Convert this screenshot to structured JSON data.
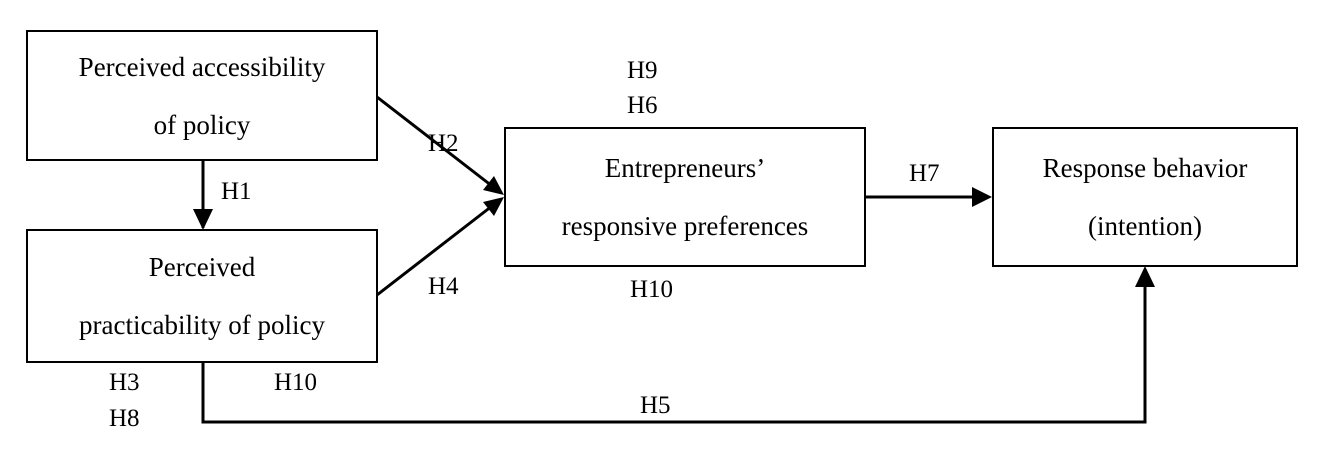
{
  "nodes": {
    "accessibility": {
      "line1": "Perceived accessibility",
      "line2": "of policy"
    },
    "practicability": {
      "line1": "Perceived",
      "line2": "practicability of policy"
    },
    "preferences": {
      "line1": "Entrepreneurs’",
      "line2": "responsive preferences"
    },
    "response": {
      "line1": "Response behavior",
      "line2": "(intention)"
    }
  },
  "hypotheses": {
    "h1": "H1",
    "h2": "H2",
    "h3": "H3",
    "h4": "H4",
    "h5": "H5",
    "h6": "H6",
    "h7": "H7",
    "h8": "H8",
    "h9": "H9",
    "h10_top": "H10",
    "h10_bottom": "H10"
  },
  "colors": {
    "line": "#000000",
    "background": "#ffffff"
  }
}
